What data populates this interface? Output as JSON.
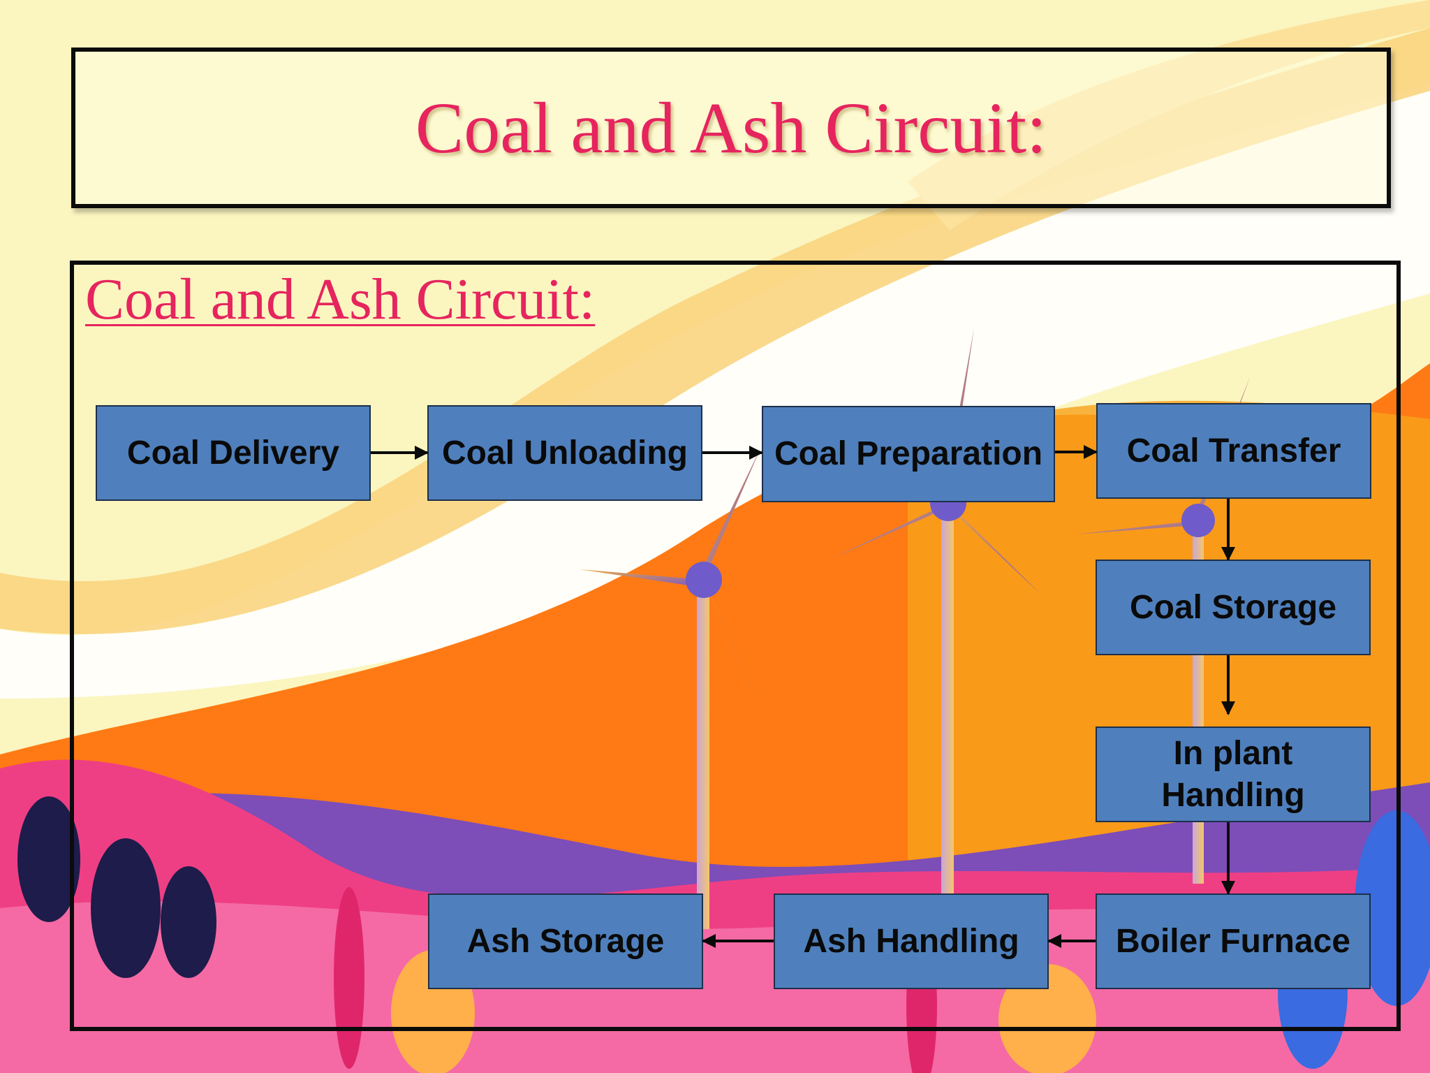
{
  "title": "Coal and Ash Circuit:",
  "subtitle": "Coal and Ash Circuit:",
  "steps": {
    "coal_delivery": "Coal Delivery",
    "coal_unloading": "Coal Unloading",
    "coal_preparation": "Coal Preparation",
    "coal_transfer": "Coal Transfer",
    "coal_storage": "Coal Storage",
    "in_plant_handling": "In plant\nHandling",
    "boiler_furnace": "Boiler Furnace",
    "ash_handling": "Ash Handling",
    "ash_storage": "Ash Storage"
  },
  "colors": {
    "title": "#e6245e",
    "box": "#4f80bd"
  }
}
